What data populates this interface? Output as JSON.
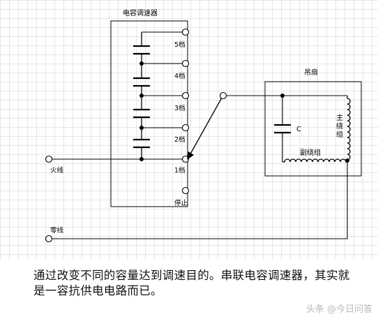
{
  "regulator": {
    "title": "电容调速器",
    "positions": [
      "5档",
      "4档",
      "3档",
      "2档",
      "1档",
      "停止"
    ]
  },
  "fan": {
    "title": "吊扇",
    "capacitor_label": "C",
    "main_winding_label": "主\n绕\n组",
    "aux_winding_label": "副绕组"
  },
  "wires": {
    "live_label": "火线",
    "neutral_label": "零线"
  },
  "caption": "通过改变不同的容量达到调速目的。串联电容调速器，其实就是一容抗供电电路而已。",
  "watermark": "头条 @今日问答"
}
